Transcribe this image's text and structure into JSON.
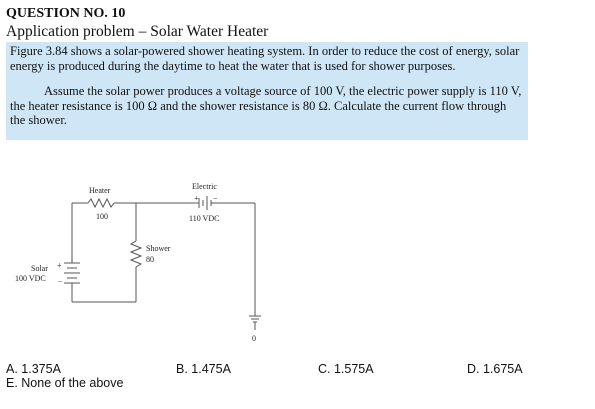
{
  "question": {
    "number": "QUESTION NO. 10",
    "title": "Application problem – Solar Water Heater",
    "paragraph1": "Figure 3.84 shows a solar-powered shower heating system. In order to reduce the cost of energy, solar energy is produced during the daytime to heat the water that is used for shower purposes.",
    "paragraph2": "Assume the solar power produces a voltage source of 100 V, the electric power supply is 110 V, the heater resistance is 100 Ω and the shower resistance is 80 Ω. Calculate the current flow through the shower."
  },
  "circuit": {
    "heater_label": "Heater",
    "heater_value": "100",
    "electric_label": "Electric",
    "electric_value": "110 VDC",
    "shower_label": "Shower",
    "shower_value": "80",
    "solar_label": "Solar",
    "solar_value": "100 VDC",
    "ground_label": "0",
    "plus_sign": "+",
    "minus_sign": "−"
  },
  "options": {
    "a": "A.  1.375A",
    "b": "B. 1.475A",
    "c": "C. 1.575A",
    "d": "D. 1.675A",
    "e": "E.  None of the above"
  }
}
